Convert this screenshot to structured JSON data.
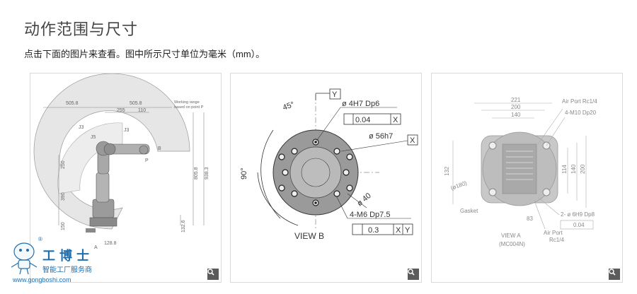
{
  "page": {
    "title": "动作范围与尺寸",
    "subtitle": "点击下面的图片来查看。图中所示尺寸单位为毫米（mm）。"
  },
  "cards": [
    {
      "labels": {
        "d1": "505.8",
        "d2": "505.8",
        "d3": "255",
        "d4": "110",
        "note1": "Working range",
        "note2": "based on point P",
        "v1": "805.8",
        "v2": "938.3",
        "v3": "132.6",
        "l250": "250",
        "l390": "390",
        "l150": "150",
        "l128": "128.8",
        "j3": "J3",
        "j5": "J5",
        "j3b": "J3",
        "p": "P",
        "b": "B",
        "a": "A"
      }
    },
    {
      "labels": {
        "y": "Y",
        "angle45": "45°",
        "hole": "ø 4H7 Dp6",
        "tol1": "0.04",
        "tolx": "X",
        "dia56": "ø 56h7",
        "x": "X",
        "angle90": "90°",
        "dia40": "ø 40",
        "thread": "4-M6 Dp7.5",
        "tol2": "0.3",
        "tolx2": "X",
        "toly2": "Y",
        "view": "VIEW  B"
      }
    },
    {
      "labels": {
        "w221": "221",
        "w200": "200",
        "w140": "140",
        "air1": "Air Port Rc1/4",
        "m10": "4-M10 Dp20",
        "h132": "132",
        "h114": "114",
        "h140": "140",
        "h200": "200",
        "d180": "(ø180)",
        "gasket": "Gasket",
        "w83": "83",
        "pin": "2- ø 6H9 Dp8",
        "tol": "0.04",
        "view": "VIEW  A",
        "model": "(MC004N)",
        "air2": "Air Port",
        "air3": "Rc1/4"
      }
    }
  ],
  "logo": {
    "name": "工博士",
    "tagline": "智能工厂服务商",
    "url": "www.gongboshi.com",
    "tm": "®"
  },
  "colors": {
    "line": "#7a7a7a",
    "zoom_bg": "#5b5b5b",
    "brand": "#1f6fb0"
  }
}
